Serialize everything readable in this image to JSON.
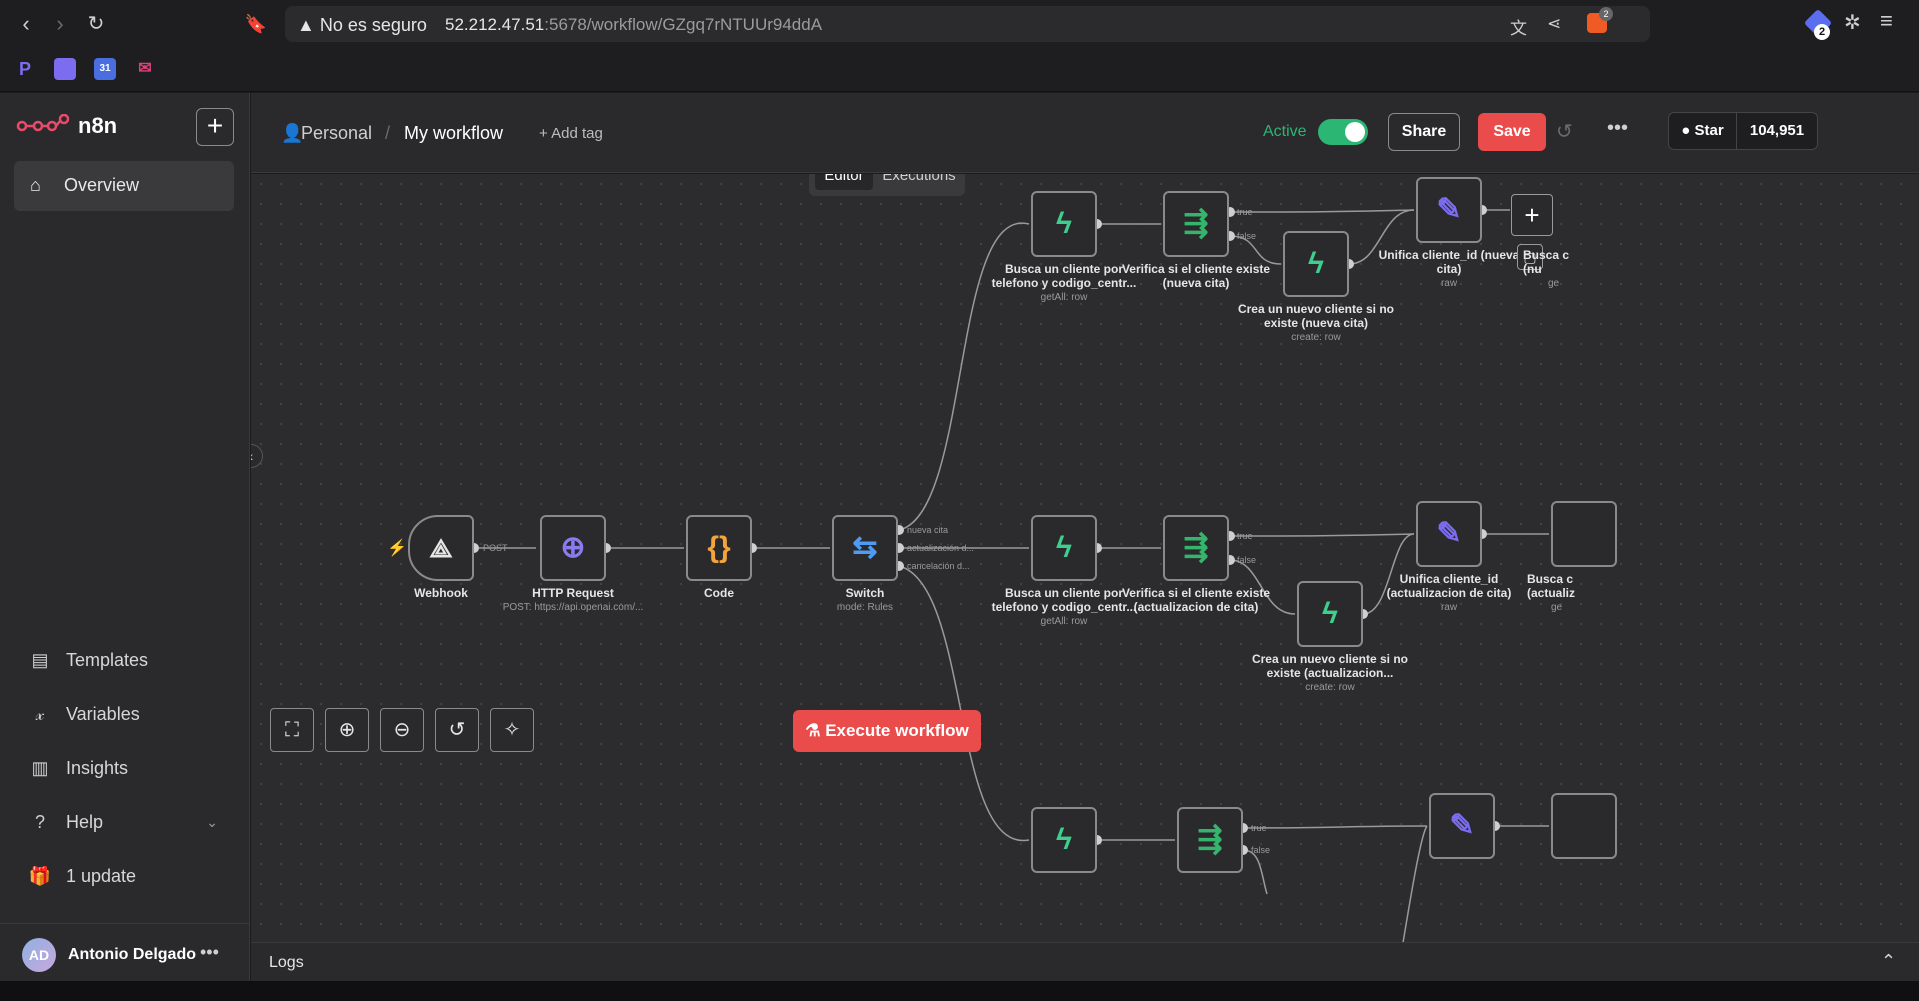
{
  "browser": {
    "security": "No es seguro",
    "url_host": "52.212.47.51",
    "url_rest": ":5678/workflow/GZgq7rNTUUr94ddA",
    "shields_badge": "2",
    "ext_badge": "2",
    "bookmark_calendar": "31"
  },
  "app": {
    "brand": "n8n",
    "nav": {
      "overview": "Overview",
      "templates": "Templates",
      "variables": "Variables",
      "insights": "Insights",
      "help": "Help",
      "update": "1 update"
    },
    "user": {
      "initials": "AD",
      "name": "Antonio Delgado",
      "more": "•••"
    }
  },
  "header": {
    "project": "Personal",
    "separator": "/",
    "workflow_name": "My workflow",
    "add_tag": "+ Add tag",
    "active_label": "Active",
    "share": "Share",
    "save": "Save",
    "more": "•••",
    "github_star": "Star",
    "github_count": "104,951"
  },
  "tabs": {
    "editor": "Editor",
    "executions": "Executions"
  },
  "nodes": {
    "webhook": {
      "label": "Webhook",
      "pin": "POST"
    },
    "http": {
      "label": "HTTP Request",
      "sub": "POST: https://api.openai.com/..."
    },
    "code": {
      "label": "Code"
    },
    "switch": {
      "label": "Switch",
      "sub": "mode: Rules",
      "out1": "nueva cita",
      "out2": "actualización d...",
      "out3": "cancelación d..."
    },
    "busca1": {
      "label": "Busca un cliente por telefono y codigo_centr...",
      "sub": "getAll: row"
    },
    "verifica1": {
      "label": "Verifica si el cliente existe (nueva cita)",
      "true": "true",
      "false": "false"
    },
    "crea1": {
      "label": "Crea un nuevo cliente si no existe (nueva cita)",
      "sub": "create: row"
    },
    "unifica1": {
      "label": "Unifica cliente_id (nueva cita)",
      "sub": "raw"
    },
    "busca1b": {
      "label": "Busca c (nu",
      "sub": "ge"
    },
    "busca2": {
      "label": "Busca un cliente por telefono y codigo_centr...",
      "sub": "getAll: row"
    },
    "verifica2": {
      "label": "Verifica si el cliente existe (actualizacion de cita)",
      "true": "true",
      "false": "false"
    },
    "crea2": {
      "label": "Crea un nuevo cliente si no existe (actualizacion...",
      "sub": "create: row"
    },
    "unifica2": {
      "label": "Unifica cliente_id (actualizacion de cita)",
      "sub": "raw"
    },
    "busca2b": {
      "label": "Busca c (actualiz",
      "sub": "ge"
    },
    "verifica3": {
      "true": "true",
      "false": "false"
    }
  },
  "canvas": {
    "execute": "Execute workflow"
  },
  "logs": {
    "label": "Logs"
  },
  "colors": {
    "accent": "#ea4b4b",
    "active": "#2bb673",
    "supabase": "#3ecf8e",
    "if_green": "#35b46b",
    "edit_purple": "#7b6cf0",
    "code_orange": "#f3a43b",
    "switch_blue": "#4f9bf2"
  }
}
